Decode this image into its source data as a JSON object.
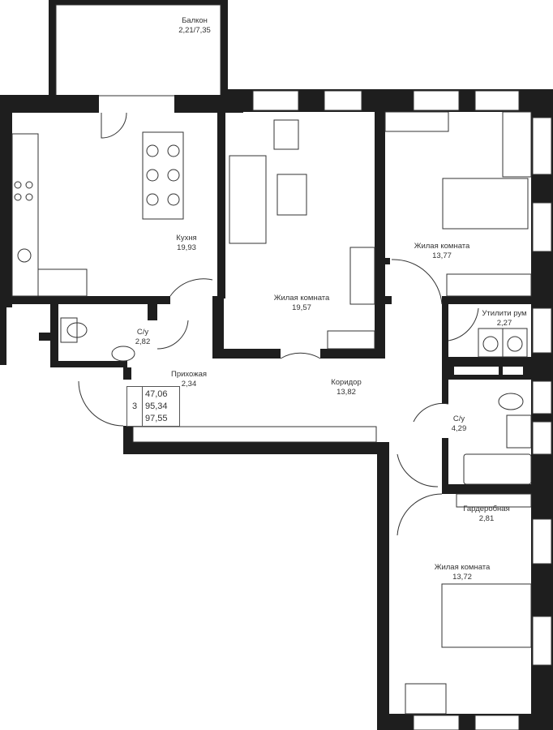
{
  "rooms": {
    "balcony": {
      "name": "Балкон",
      "area": "2,21/7,35"
    },
    "kitchen": {
      "name": "Кухня",
      "area": "19,93"
    },
    "living": {
      "name": "Жилая комната",
      "area": "19,57"
    },
    "bedroom1": {
      "name": "Жилая комната",
      "area": "13,77"
    },
    "utility": {
      "name": "Утилити рум",
      "area": "2,27"
    },
    "wc1": {
      "name": "С/у",
      "area": "2,82"
    },
    "hall": {
      "name": "Прихожая",
      "area": "2,34"
    },
    "corridor": {
      "name": "Коридор",
      "area": "13,82"
    },
    "wc2": {
      "name": "С/у",
      "area": "4,29"
    },
    "wardrobe": {
      "name": "Гардеробная",
      "area": "2,81"
    },
    "bedroom2": {
      "name": "Жилая комната",
      "area": "13,72"
    }
  },
  "summary": {
    "rooms_count": "3",
    "living_area": "47,06",
    "total_area": "95,34",
    "total_with_balcony": "97,55"
  }
}
